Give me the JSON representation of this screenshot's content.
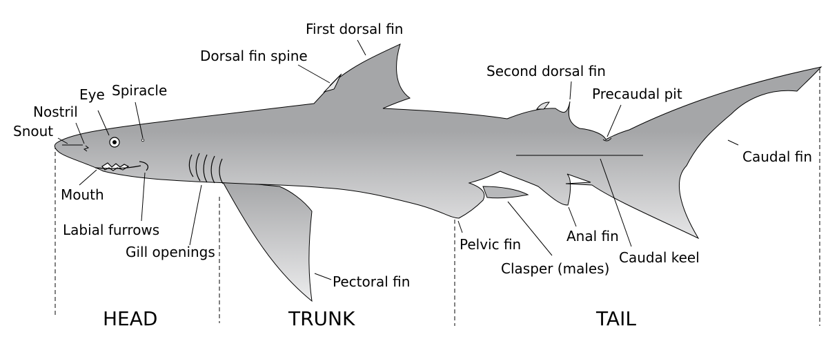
{
  "labels": {
    "first_dorsal_fin": "First dorsal fin",
    "dorsal_fin_spine": "Dorsal fin spine",
    "second_dorsal_fin": "Second dorsal fin",
    "precaudal_pit": "Precaudal pit",
    "caudal_fin": "Caudal fin",
    "eye": "Eye",
    "spiracle": "Spiracle",
    "nostril": "Nostril",
    "snout": "Snout",
    "mouth": "Mouth",
    "labial_furrows": "Labial furrows",
    "gill_openings": "Gill openings",
    "pectoral_fin": "Pectoral fin",
    "pelvic_fin": "Pelvic fin",
    "clasper": "Clasper (males)",
    "anal_fin": "Anal fin",
    "caudal_keel": "Caudal keel"
  },
  "sections": {
    "head": "HEAD",
    "trunk": "TRUNK",
    "tail": "TAIL"
  },
  "colors": {
    "body_top": "#a5a6a8",
    "body_mid": "#a5a6a8",
    "body_bottom": "#ebebec",
    "outline": "#000000"
  }
}
